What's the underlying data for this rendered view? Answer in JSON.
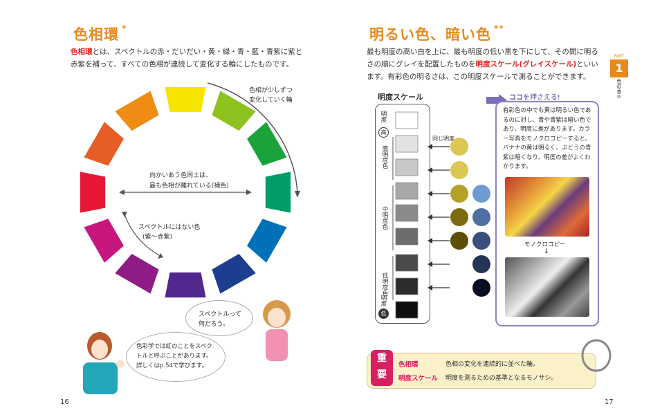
{
  "left": {
    "title": "色相環",
    "title_mark": "*",
    "intro_term": "色相環",
    "intro_text": "とは、スペクトルの赤・だいだい・黄・緑・青・藍・青紫に紫と赤紫を補って、すべての色相が連続して変化する輪にしたものです。",
    "wheel_colors": [
      "#f5e500",
      "#8dc21f",
      "#1aa33b",
      "#009c6a",
      "#0071b9",
      "#1d3d8f",
      "#52288e",
      "#8f1c84",
      "#c8167f",
      "#e51838",
      "#e65e26",
      "#ee8c13"
    ],
    "label_arc": "色相が少しずつ\n変化していく輪",
    "label_center_1": "向かいあう色同士は、",
    "label_center_2": "最も色相が離れている(補色)",
    "label_spectrum_1": "スペクトルにはない色",
    "label_spectrum_2": "(紫〜赤紫)",
    "bubble_top_1": "スペクトルって",
    "bubble_top_2": "何だろう。",
    "bubble_bottom_1": "色彩学では虹のことをスペク",
    "bubble_bottom_2": "トルと呼ぶことがあります。",
    "bubble_bottom_3": "詳しくはp.54で学びます。",
    "page_number": "16"
  },
  "right": {
    "title": "明るい色、暗い色",
    "title_mark": "**",
    "text_1": "最も明度の高い白を上に、最も明度の低い黒を下にして、その間に明るさの順にグレイを配置したものを",
    "text_term": "明度スケール(グレイスケール)",
    "text_2": "といいます。有彩色の明るさは、この明度スケールで測ることができます。",
    "scale_title": "明度スケール",
    "label_high": "明度",
    "label_high_mark": "高",
    "label_high_group": "高明度色",
    "label_mid_group": "中明度色",
    "label_low_group": "低明度色",
    "label_low": "明度",
    "label_low_mark": "低",
    "same_value": "同じ明度",
    "grays": [
      "#ffffff",
      "#e3e3e3",
      "#c8c8c8",
      "#a8a8a8",
      "#8a8a8a",
      "#6c6c6c",
      "#4a4a4a",
      "#2c2c2c",
      "#0e0e0e"
    ],
    "yellow_circles": [
      "#dcc752",
      "#dcc752",
      "#b4a227",
      "#7d6b0d",
      "#5c4f08"
    ],
    "blue_circles": [
      "#6f9bd3",
      "#4d6fa2",
      "#394f7c",
      "#233455",
      "#0b0e22"
    ],
    "point_label": "ココ",
    "point_label_2": "を押さえる!",
    "note_text": "有彩色の中でも黄は明るい色であるのに対し、青や青紫は暗い色であり、明度に差があります。カラー写真をモノクロコピーすると、バナナの黄は明るく、ぶどうの青紫は暗くなり、明度の差がよくわかります。",
    "photo_caption": "モノクロコピー",
    "photo_arrow": "↓",
    "tab_part": "PART",
    "tab_num": "1",
    "tab_text": "色の表示",
    "important_mark_1": "重",
    "important_mark_2": "要",
    "term_1": "色相環",
    "def_1": "色相の変化を連続的に並べた輪。",
    "term_2": "明度スケール",
    "def_2": "明度を測るための基準となるモノサシ。",
    "page_number": "17"
  }
}
